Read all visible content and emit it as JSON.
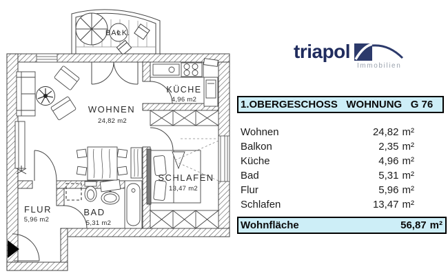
{
  "brand": {
    "name": "triapol",
    "tagline": "Immobilien"
  },
  "header": {
    "title": "1.OBERGESCHOSS   WOHNUNG   G 76"
  },
  "area_table": {
    "rows": [
      {
        "label": "Wohnen",
        "value": "24,82",
        "unit": "m²"
      },
      {
        "label": "Balkon",
        "value": "2,35",
        "unit": "m²"
      },
      {
        "label": "Küche",
        "value": "4,96",
        "unit": "m²"
      },
      {
        "label": "Bad",
        "value": "5,31",
        "unit": "m²"
      },
      {
        "label": "Flur",
        "value": "5,96",
        "unit": "m²"
      },
      {
        "label": "Schlafen",
        "value": "13,47",
        "unit": "m²"
      }
    ],
    "total": {
      "label": "Wohnfläche",
      "value": "56,87",
      "unit": "m²"
    }
  },
  "floorplan": {
    "balcony_label": "BALK.",
    "rooms": [
      {
        "name": "WOHNEN",
        "area": "24,82 m2"
      },
      {
        "name": "KÜCHE",
        "area": "4,96 m2"
      },
      {
        "name": "SCHLAFEN",
        "area": "13,47 m2"
      },
      {
        "name": "BAD",
        "area": "5,31 m2"
      },
      {
        "name": "FLUR",
        "area": "5,96 m2"
      }
    ]
  },
  "colors": {
    "accent_cyan": "#cdeef7",
    "brand_navy": "#202c5e",
    "tagline_gray": "#9aa2ad",
    "plan_line": "#3d3d3d"
  }
}
